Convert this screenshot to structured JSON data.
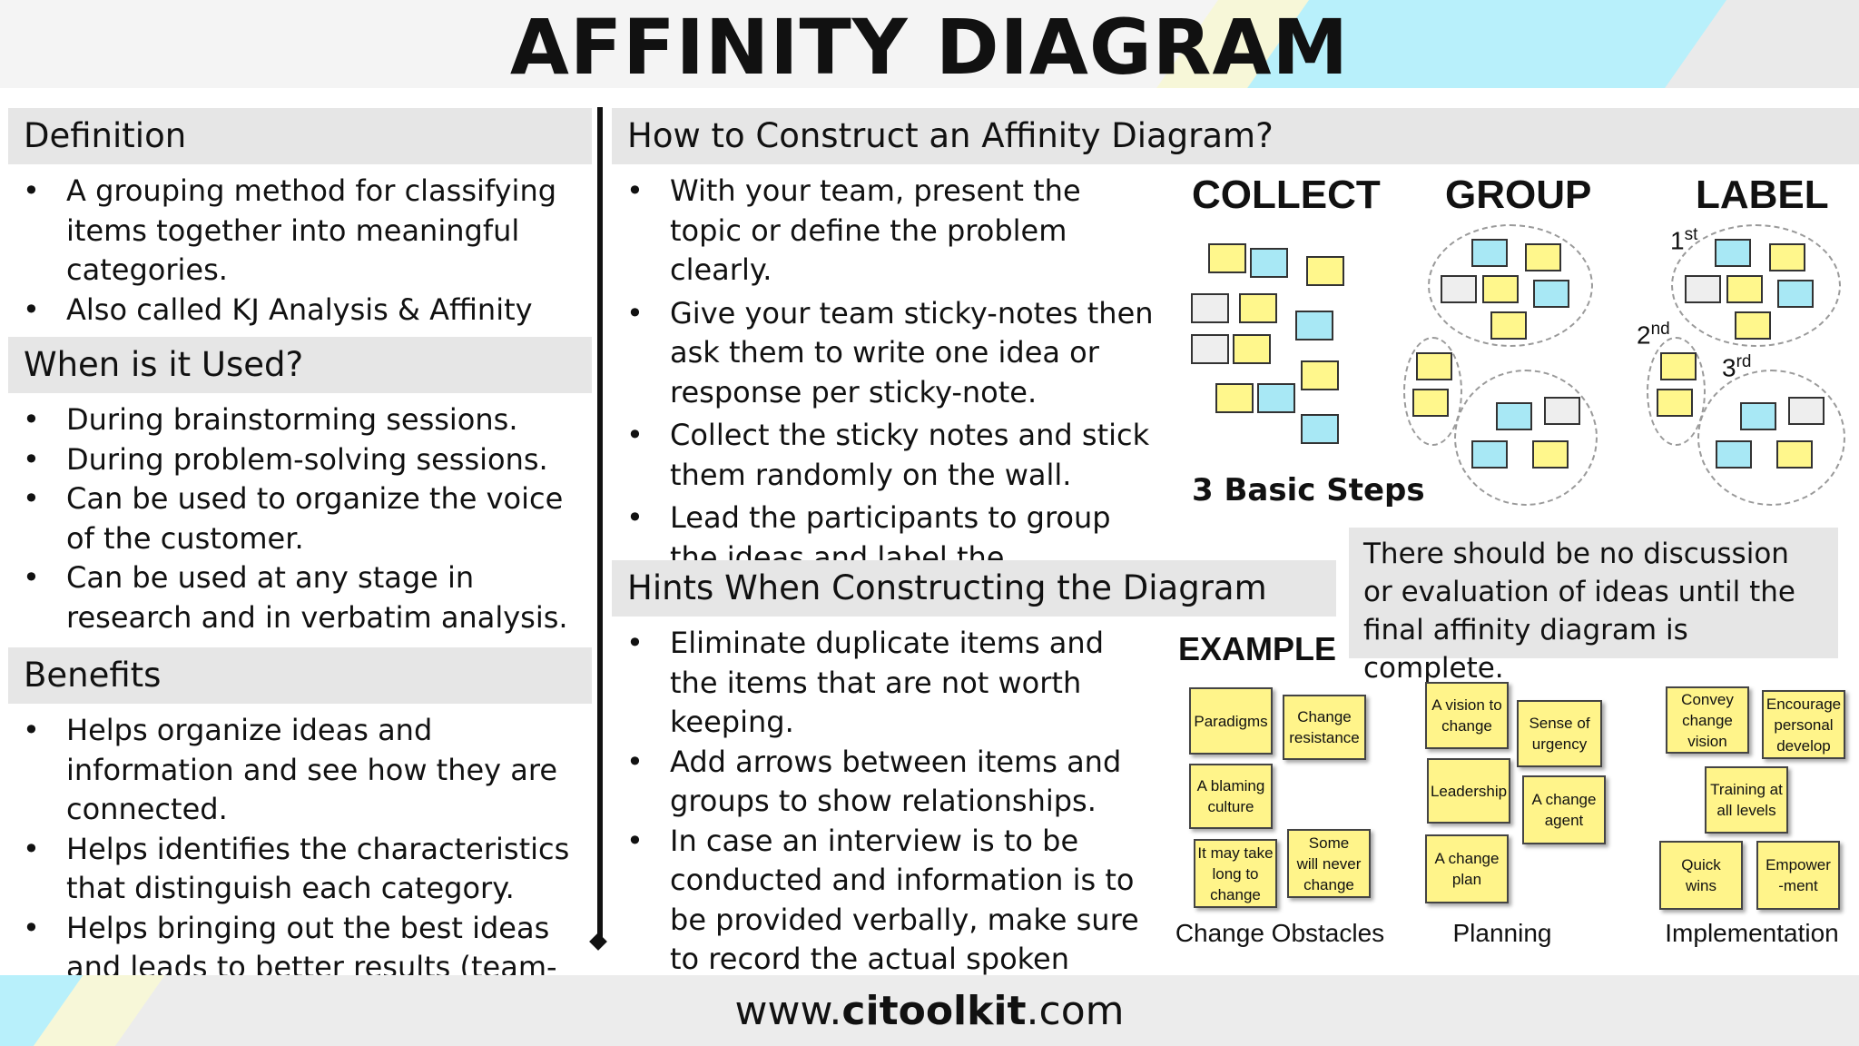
{
  "title": "AFFINITY DIAGRAM",
  "definition": {
    "heading": "Definition",
    "items": [
      "A grouping method for classifying items together into meaningful categories.",
      "Also called KJ Analysis & Affinity Map."
    ]
  },
  "when_used": {
    "heading": "When is it Used?",
    "items": [
      "During brainstorming sessions.",
      "During problem-solving sessions.",
      "Can be used to organize the voice of the customer.",
      "Can be used at any stage in research and in verbatim analysis."
    ]
  },
  "benefits": {
    "heading": "Benefits",
    "items": [
      "Helps organize ideas and information and see how they are connected.",
      "Helps identifies the characteristics that distinguish each category.",
      "Helps bringing out the best ideas and leads to better results (team-based)."
    ]
  },
  "construct": {
    "heading": "How to Construct an Affinity Diagram?",
    "items": [
      "With your team, present the topic or define the problem clearly.",
      "Give your team sticky-notes then ask them to write one idea or response per sticky-note.",
      "Collect the sticky notes and stick them randomly on the wall.",
      "Lead the participants to group the ideas and label the categories."
    ]
  },
  "steps": {
    "collect": "COLLECT",
    "group": "GROUP",
    "label": "LABEL",
    "caption": "3 Basic Steps",
    "rank1": "1",
    "rank1_sup": "st",
    "rank2": "2",
    "rank2_sup": "nd",
    "rank3": "3",
    "rank3_sup": "rd"
  },
  "hints": {
    "heading": "Hints When Constructing the Diagram",
    "items": [
      "Eliminate duplicate items and the items that are not worth keeping.",
      "Add arrows between items and groups to show relationships.",
      "In case an interview is to be conducted and information is to be provided verbally, make sure to record the actual spoken words."
    ]
  },
  "callout": "There should be no discussion or evaluation of ideas until the final affinity diagram is complete.",
  "example": {
    "label": "EXAMPLE",
    "categories": [
      "Change Obstacles",
      "Planning",
      "Implementation"
    ],
    "notes": [
      "Paradigms",
      "Change\nresistance",
      "A blaming\nculture",
      "It may take\nlong to\nchange",
      "Some\nwill never\nchange",
      "A vision to\nchange",
      "Sense of\nurgency",
      "Leadership",
      "A change\nagent",
      "A change\nplan",
      "Convey\nchange\nvision",
      "Encourage\npersonal\ndevelop",
      "Training at\nall levels",
      "Quick\nwins",
      "Empower\n-ment"
    ]
  },
  "footer": {
    "pre": "www.",
    "brand": "citoolkit",
    "post": ".com"
  },
  "colors": {
    "note_yellow": "#fff78c",
    "note_blue": "#a8e8f5",
    "note_gray": "#eeeeee",
    "header_accent": "#b8f0fb"
  }
}
